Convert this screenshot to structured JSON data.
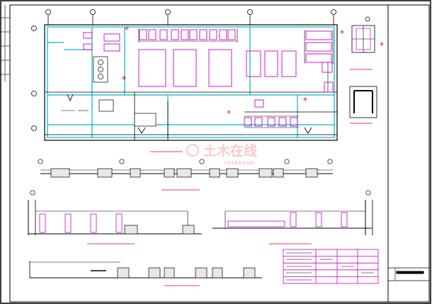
{
  "drawing": {
    "sheet_type": "architectural-floor-plan-with-sections",
    "watermark": {
      "logo_text": "土木在线",
      "sub_text": "co188.com"
    },
    "title_block": {
      "label": ""
    },
    "legend_table": {
      "rows": 5,
      "cols": 4
    },
    "colors": {
      "wall": "#00b4c8",
      "fixture": "#cc00cc",
      "axis_marker": "#e00000",
      "line": "#000000",
      "watermark": "#f0a0a0"
    }
  }
}
